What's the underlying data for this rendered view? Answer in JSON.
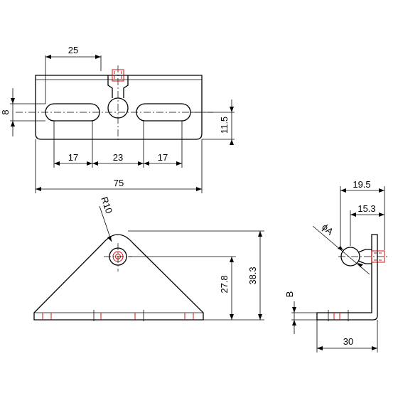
{
  "top_view": {
    "dim_slot_offset": "25",
    "dim_slot_width": "8",
    "dim_height_from_bottom": "11.5",
    "dim_spacing_left": "17",
    "dim_spacing_middle": "23",
    "dim_spacing_right": "17",
    "dim_total_length": "75"
  },
  "front_view": {
    "dim_radius": "R10",
    "dim_center_height": "27.8",
    "dim_total_height": "38.3"
  },
  "side_view": {
    "dim_offset_outer": "19.5",
    "dim_offset_inner": "15.3",
    "dim_ball_diameter": "ϕA",
    "dim_thickness": "B",
    "dim_leg_length": "30"
  }
}
